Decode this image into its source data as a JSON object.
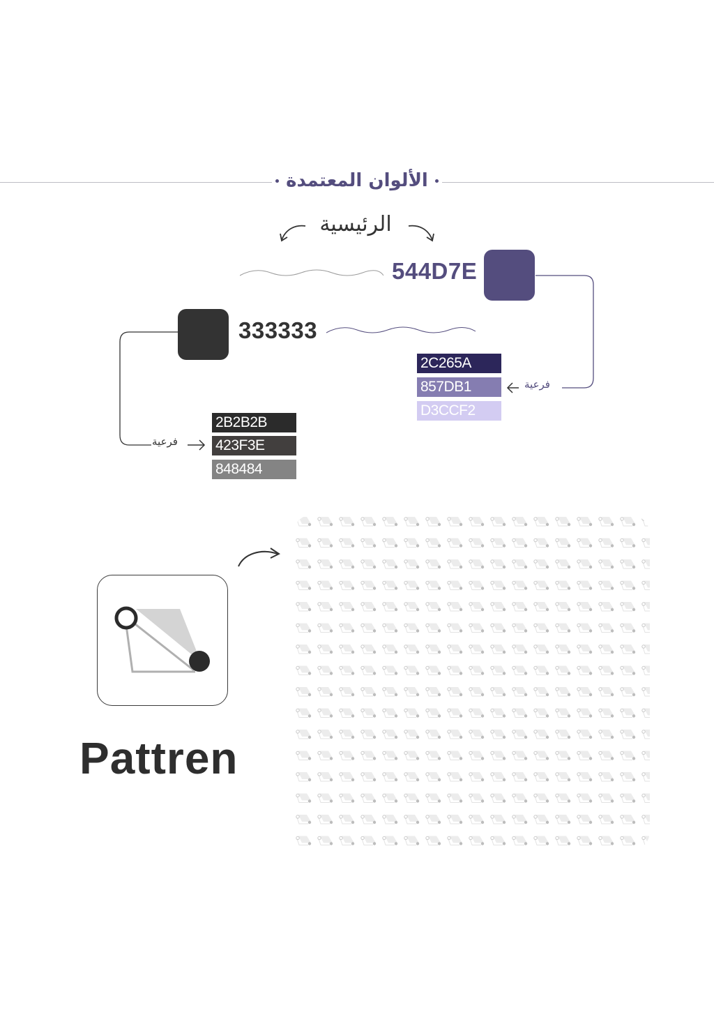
{
  "section_title": "الألوان المعتمدة",
  "main_label": "الرئيسية",
  "primary": {
    "purple": {
      "code": "544D7E",
      "color": "#544D7E"
    },
    "dark": {
      "code": "333333",
      "color": "#333333"
    }
  },
  "secondary_label": "فرعية",
  "purple_shades": [
    {
      "code": "2C265A",
      "color": "#2C265A"
    },
    {
      "code": "857DB1",
      "color": "#857DB1"
    },
    {
      "code": "D3CCF2",
      "color": "#D3CCF2"
    }
  ],
  "dark_shades": [
    {
      "code": "2B2B2B",
      "color": "#2B2B2B"
    },
    {
      "code": "423F3E",
      "color": "#423F3E"
    },
    {
      "code": "848484",
      "color": "#848484"
    }
  ],
  "pattern_title": "Pattren"
}
